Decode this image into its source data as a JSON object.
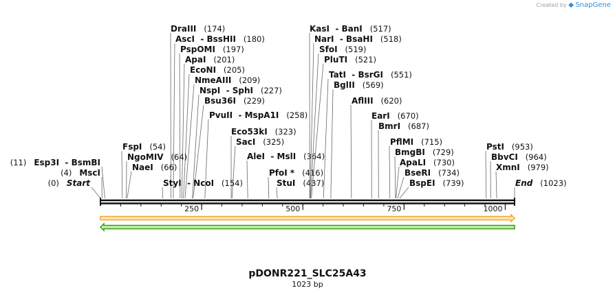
{
  "credit": {
    "prefix": "Created by",
    "brand": "SnapGene"
  },
  "map": {
    "name": "pDONR221_SLC25A43",
    "length_label": "1023 bp",
    "length_bp": 1023,
    "ticks": [
      "250",
      "500",
      "750",
      "1000"
    ],
    "tick_values": [
      250,
      500,
      750,
      1000
    ],
    "features": [
      {
        "name": "orange-feature-arrow",
        "start": 1,
        "end": 1023,
        "direction": "forward",
        "color": "#f6a623",
        "fill": "#fde8bb"
      },
      {
        "name": "green-feature-arrow",
        "start": 1,
        "end": 1023,
        "direction": "reverse",
        "color": "#3a9a1e",
        "fill": "#c8f0a8"
      }
    ],
    "sites": [
      {
        "label": "DraIII",
        "pos": "(174)",
        "bp": 174,
        "side": "right"
      },
      {
        "label": "AscI  - BssHII",
        "pos": "(180)",
        "bp": 180,
        "side": "right"
      },
      {
        "label": "PspOMI",
        "pos": "(197)",
        "bp": 197,
        "side": "right"
      },
      {
        "label": "ApaI",
        "pos": "(201)",
        "bp": 201,
        "side": "right"
      },
      {
        "label": "EcoNI",
        "pos": "(205)",
        "bp": 205,
        "side": "right"
      },
      {
        "label": "NmeAIII",
        "pos": "(209)",
        "bp": 209,
        "side": "right"
      },
      {
        "label": "NspI  - SphI",
        "pos": "(227)",
        "bp": 227,
        "side": "right"
      },
      {
        "label": "Bsu36I",
        "pos": "(229)",
        "bp": 229,
        "side": "right"
      },
      {
        "label": "PvuII  - MspA1I",
        "pos": "(258)",
        "bp": 258,
        "side": "right"
      },
      {
        "label": "Eco53kI",
        "pos": "(323)",
        "bp": 323,
        "side": "right"
      },
      {
        "label": "SacI",
        "pos": "(325)",
        "bp": 325,
        "side": "right"
      },
      {
        "label": "AleI  - MslI",
        "pos": "(364)",
        "bp": 364,
        "side": "right"
      },
      {
        "label": "PfoI *",
        "pos": "(416)",
        "bp": 416,
        "side": "right"
      },
      {
        "label": "StuI",
        "pos": "(437)",
        "bp": 437,
        "side": "right"
      },
      {
        "label": "StyI  - NcoI",
        "pos": "(154)",
        "bp": 154,
        "side": "right"
      },
      {
        "label": "FspI",
        "pos": "(54)",
        "bp": 54,
        "side": "right"
      },
      {
        "label": "NgoMIV",
        "pos": "(64)",
        "bp": 64,
        "side": "right"
      },
      {
        "label": "NaeI",
        "pos": "(66)",
        "bp": 66,
        "side": "right"
      },
      {
        "label": "Esp3I  - BsmBI",
        "pos": "(11)",
        "bp": 11,
        "side": "left"
      },
      {
        "label": "MscI",
        "pos": "(4)",
        "bp": 4,
        "side": "left"
      },
      {
        "label": "Start",
        "pos": "(0)",
        "bp": 0,
        "side": "left",
        "italic": true
      },
      {
        "label": "KasI  - BanI",
        "pos": "(517)",
        "bp": 517,
        "side": "right"
      },
      {
        "label": "NarI  - BsaHI",
        "pos": "(518)",
        "bp": 518,
        "side": "right"
      },
      {
        "label": "SfoI",
        "pos": "(519)",
        "bp": 519,
        "side": "right"
      },
      {
        "label": "PluTI",
        "pos": "(521)",
        "bp": 521,
        "side": "right"
      },
      {
        "label": "TatI  - BsrGI",
        "pos": "(551)",
        "bp": 551,
        "side": "right"
      },
      {
        "label": "BglII",
        "pos": "(569)",
        "bp": 569,
        "side": "right"
      },
      {
        "label": "AflIII",
        "pos": "(620)",
        "bp": 620,
        "side": "right"
      },
      {
        "label": "EarI",
        "pos": "(670)",
        "bp": 670,
        "side": "right"
      },
      {
        "label": "BmrI",
        "pos": "(687)",
        "bp": 687,
        "side": "right"
      },
      {
        "label": "PflMI",
        "pos": "(715)",
        "bp": 715,
        "side": "right"
      },
      {
        "label": "BmgBI",
        "pos": "(729)",
        "bp": 729,
        "side": "right"
      },
      {
        "label": "ApaLI",
        "pos": "(730)",
        "bp": 730,
        "side": "right"
      },
      {
        "label": "BseRI",
        "pos": "(734)",
        "bp": 734,
        "side": "right"
      },
      {
        "label": "BspEI",
        "pos": "(739)",
        "bp": 739,
        "side": "right"
      },
      {
        "label": "PstI",
        "pos": "(953)",
        "bp": 953,
        "side": "right"
      },
      {
        "label": "BbvCI",
        "pos": "(964)",
        "bp": 964,
        "side": "right"
      },
      {
        "label": "XmnI",
        "pos": "(979)",
        "bp": 979,
        "side": "right"
      },
      {
        "label": "End",
        "pos": "(1023)",
        "bp": 1023,
        "side": "right",
        "italic": true
      }
    ]
  }
}
